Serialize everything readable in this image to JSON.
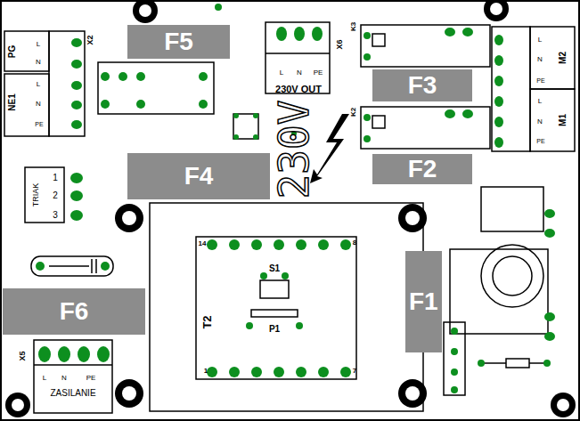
{
  "diagram": {
    "nodes": [
      {
        "text": [
          "F5"
        ]
      },
      {
        "text": [
          "F3"
        ]
      },
      {
        "text": [
          "F4"
        ]
      },
      {
        "text": [
          "F2"
        ]
      },
      {
        "text": [
          "F1"
        ]
      },
      {
        "text": [
          "F6"
        ]
      }
    ],
    "edges": [],
    "labels": [
      "230V",
      "230V OUT",
      "L",
      "N",
      "PE",
      "X6",
      "PG",
      "L",
      "N",
      "NE1",
      "L",
      "N",
      "PE",
      "X2",
      "M2",
      "L",
      "N",
      "PE",
      "M1",
      "L",
      "N",
      "PE",
      "TRIAK",
      "1",
      "2",
      "3",
      "T2",
      "S1",
      "P1",
      "14",
      "8",
      "1",
      "7",
      "ZASILANIE",
      "L",
      "N",
      "PE",
      "X5",
      "K3",
      "K2"
    ]
  }
}
